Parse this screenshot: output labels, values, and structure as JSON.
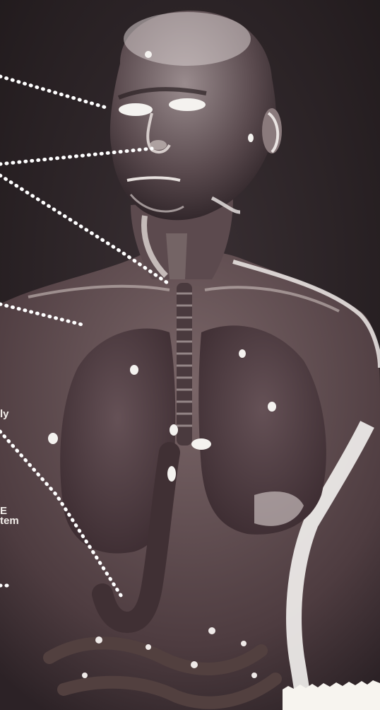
{
  "labels": {
    "fragment_1": "ly",
    "fragment_2": "E",
    "fragment_3": "tem"
  },
  "colors": {
    "background": "#2b2326",
    "skin": "#6e5a5a",
    "highlight": "#f4f2ef",
    "dotted_leader": "#ffffff"
  }
}
